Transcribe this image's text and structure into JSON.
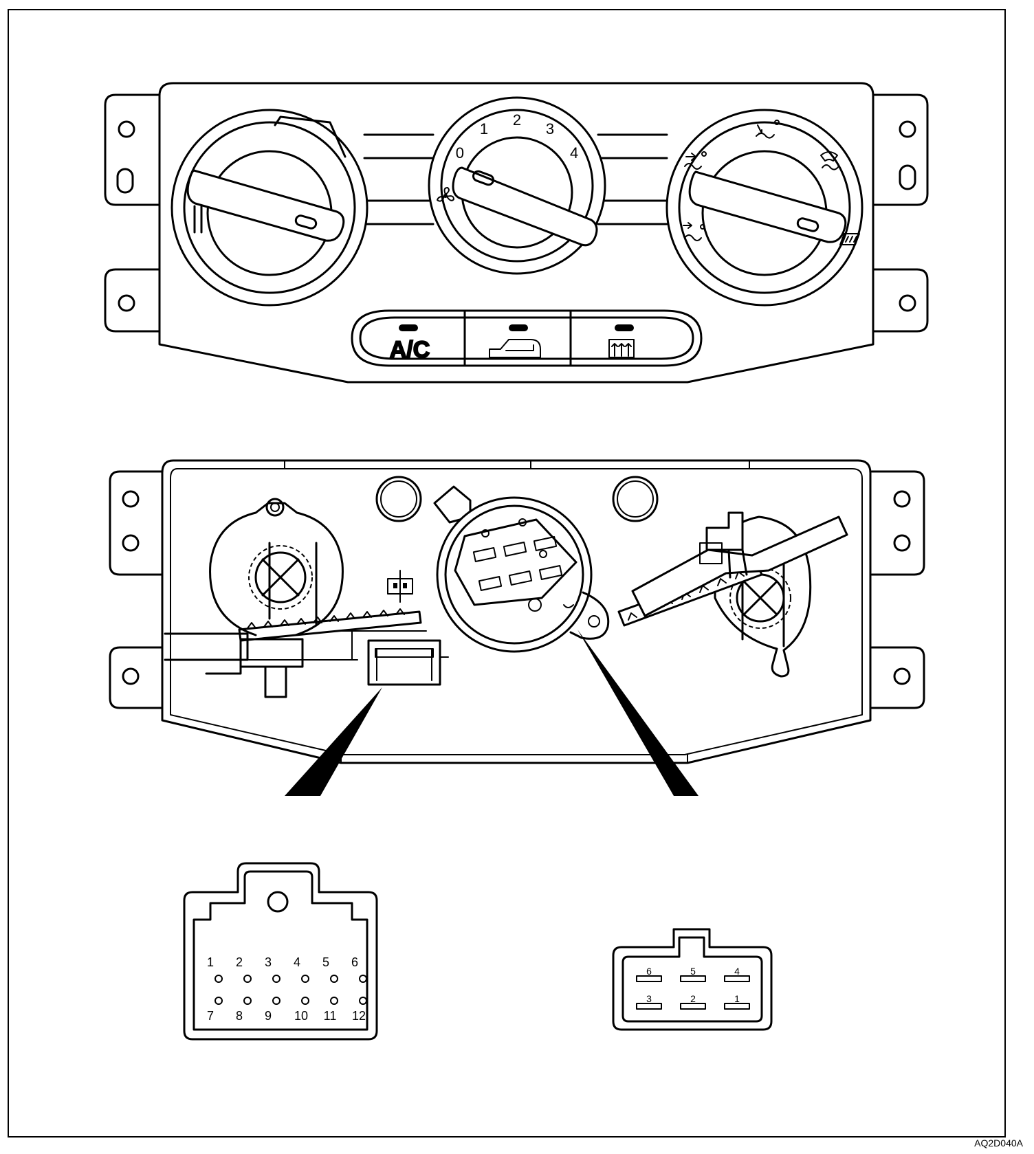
{
  "figure_code": "AQ2D040A",
  "front_panel": {
    "fan_speed_labels": [
      "0",
      "1",
      "2",
      "3",
      "4"
    ],
    "icons": {
      "fan": "fan-icon",
      "mode_face": "vent-face-icon",
      "mode_bilevel": "vent-bilevel-icon",
      "mode_floor": "vent-floor-icon",
      "mode_floor_defrost": "floor-defrost-icon",
      "mode_defrost": "windshield-defrost-icon",
      "recirculation": "recirculation-icon",
      "rear_defrost": "rear-defrost-icon"
    },
    "ac_button_label": "A/C"
  },
  "connectors": {
    "twelve_pin": {
      "top_row": [
        "1",
        "2",
        "3",
        "4",
        "5",
        "6"
      ],
      "bottom_row": [
        "7",
        "8",
        "9",
        "10",
        "11",
        "12"
      ]
    },
    "six_pin": {
      "top_row": [
        "6",
        "5",
        "4"
      ],
      "bottom_row": [
        "3",
        "2",
        "1"
      ]
    }
  }
}
